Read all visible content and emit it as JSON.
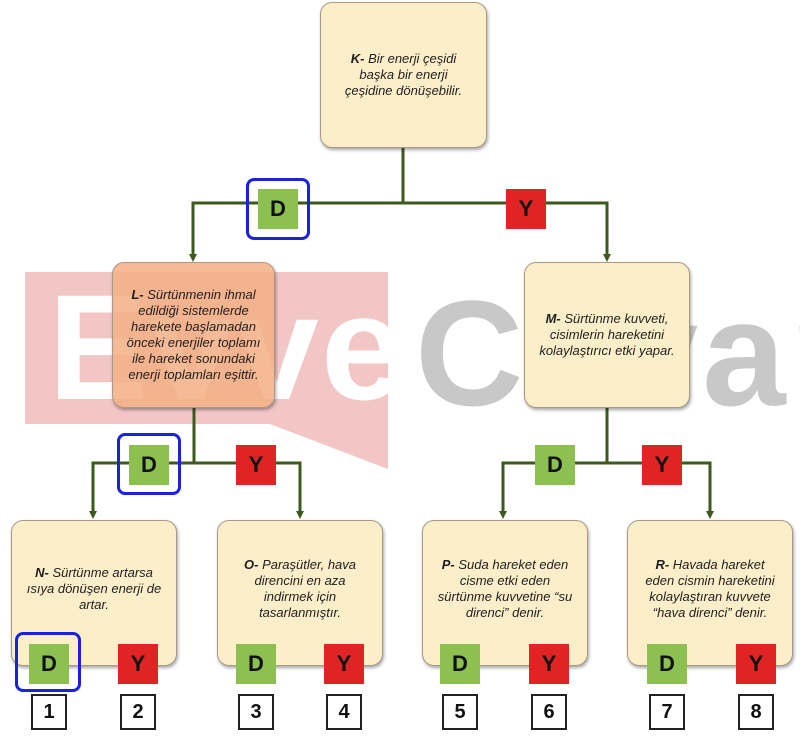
{
  "watermark": {
    "left": "Evvel",
    "right": "Cevap"
  },
  "nodes": {
    "K": {
      "letter": "K-",
      "text": "Bir enerji çeşidi başka bir enerji çeşidine dönüşebilir."
    },
    "L": {
      "letter": "L-",
      "text": "Sürtünmenin ihmal edildiği sistemlerde harekete başlamadan önceki enerjiler toplamı ile hareket sonundaki enerji toplamları eşittir."
    },
    "M": {
      "letter": "M-",
      "text": "Sürtünme kuvveti, cisimlerin hareketini kolaylaştırıcı etki yapar."
    },
    "N": {
      "letter": "N-",
      "text": "Sürtünme artarsa ısıya dönüşen enerji de artar."
    },
    "O": {
      "letter": "O-",
      "text": "Paraşütler, hava direncini en aza indirmek için tasarlanmıştır."
    },
    "P": {
      "letter": "P-",
      "text": "Suda hareket eden cisme etki eden sürtünme kuvvetine “su direnci” denir."
    },
    "R": {
      "letter": "R-",
      "text": "Havada hareket eden cismin hareketini kolaylaştıran kuvvete “hava direnci” denir."
    }
  },
  "labels": {
    "true": "D",
    "false": "Y"
  },
  "outcomes": [
    "1",
    "2",
    "3",
    "4",
    "5",
    "6",
    "7",
    "8"
  ],
  "colors": {
    "line": "#3c5a1e",
    "true": "#8cc152",
    "false": "#e02424",
    "circle": "#1a22e0",
    "box": "#fbeec9"
  }
}
